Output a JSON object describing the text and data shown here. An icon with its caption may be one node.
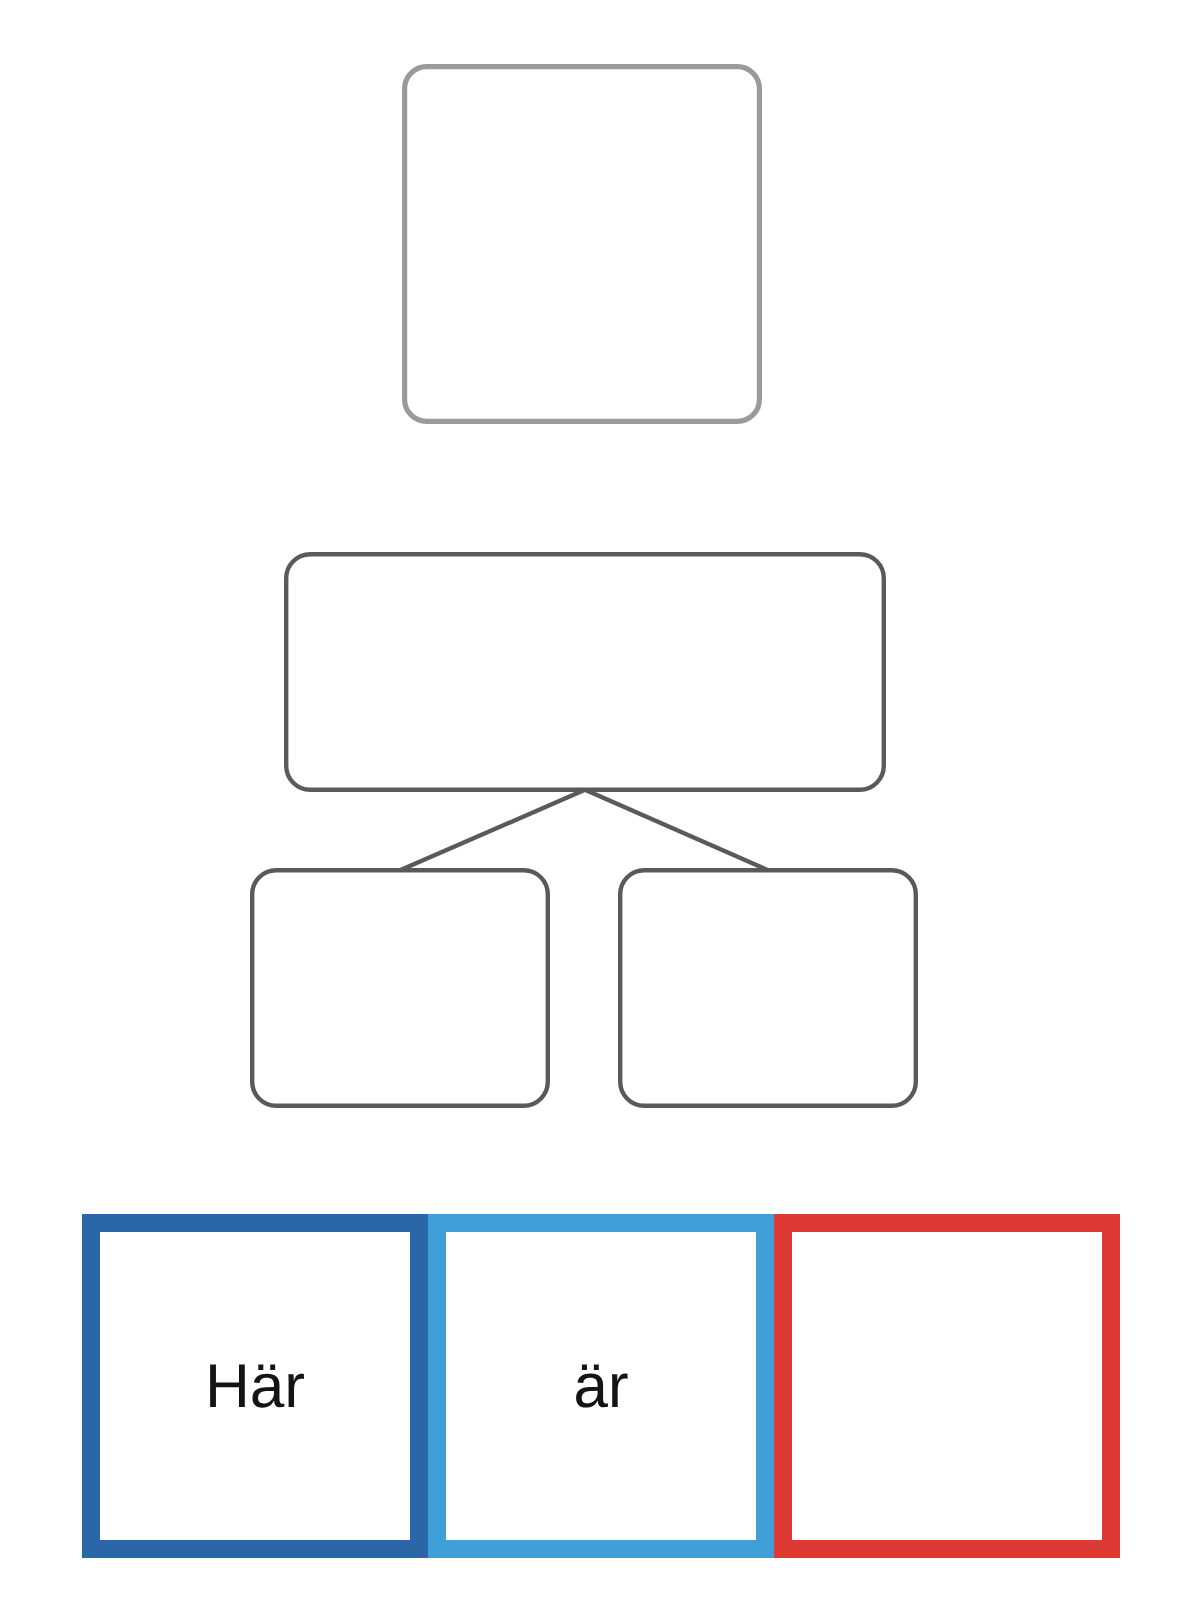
{
  "diagram": {
    "nodes": [
      {
        "text": [],
        "shape": "box"
      },
      {
        "text": [],
        "shape": "box"
      },
      {
        "text": [],
        "shape": "box"
      },
      {
        "text": [],
        "shape": "box"
      },
      {
        "text": [
          "Här"
        ]
      },
      {
        "text": [
          "är"
        ]
      },
      {
        "text": [],
        "shape": "box"
      }
    ],
    "edges": [
      {
        "from": 1,
        "to": 2,
        "arrow": "none"
      },
      {
        "from": 1,
        "to": 3,
        "arrow": "none"
      }
    ]
  }
}
